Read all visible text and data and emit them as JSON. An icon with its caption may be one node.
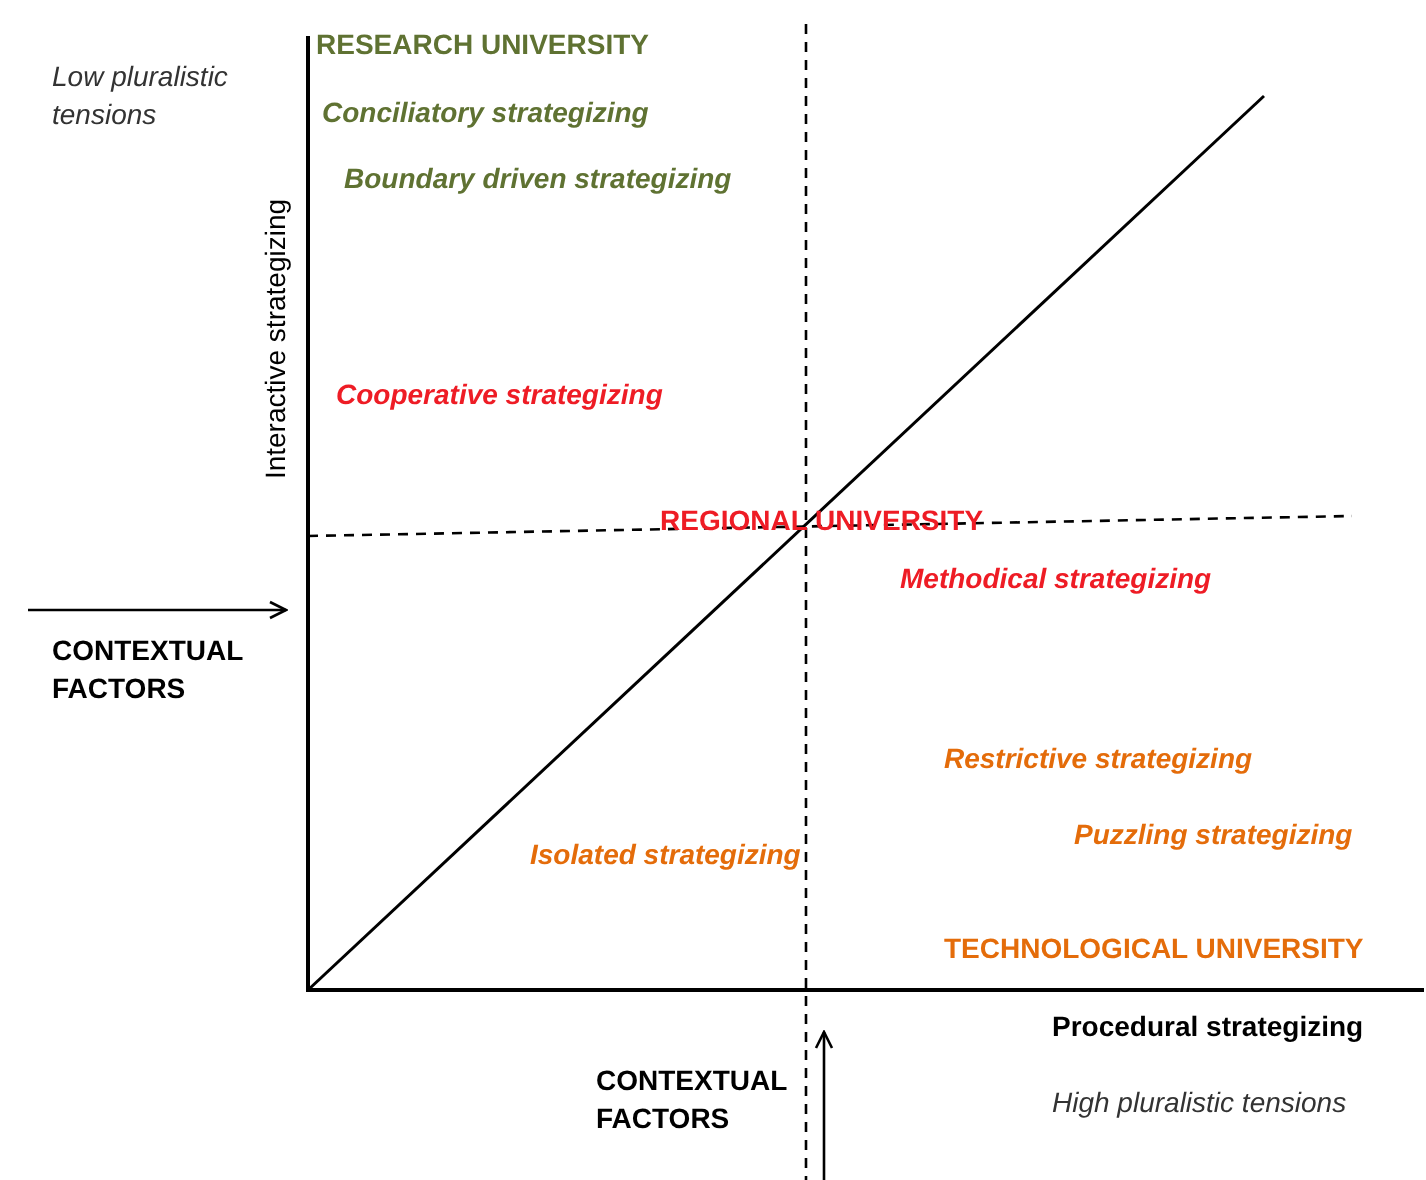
{
  "diagram": {
    "labels": [
      "Low pluralistic tensions",
      "RESEARCH UNIVERSITY",
      "Conciliatory strategizing",
      "Boundary driven strategizing",
      "Interactive strategizing",
      "Cooperative strategizing",
      "REGIONAL UNIVERSITY",
      "Methodical strategizing",
      "CONTEXTUAL FACTORS",
      "Restrictive strategizing",
      "Puzzling strategizing",
      "Isolated strategizing",
      "TECHNOLOGICAL UNIVERSITY",
      "Procedural strategizing",
      "CONTEXTUAL FACTORS",
      "High pluralistic tensions"
    ]
  }
}
